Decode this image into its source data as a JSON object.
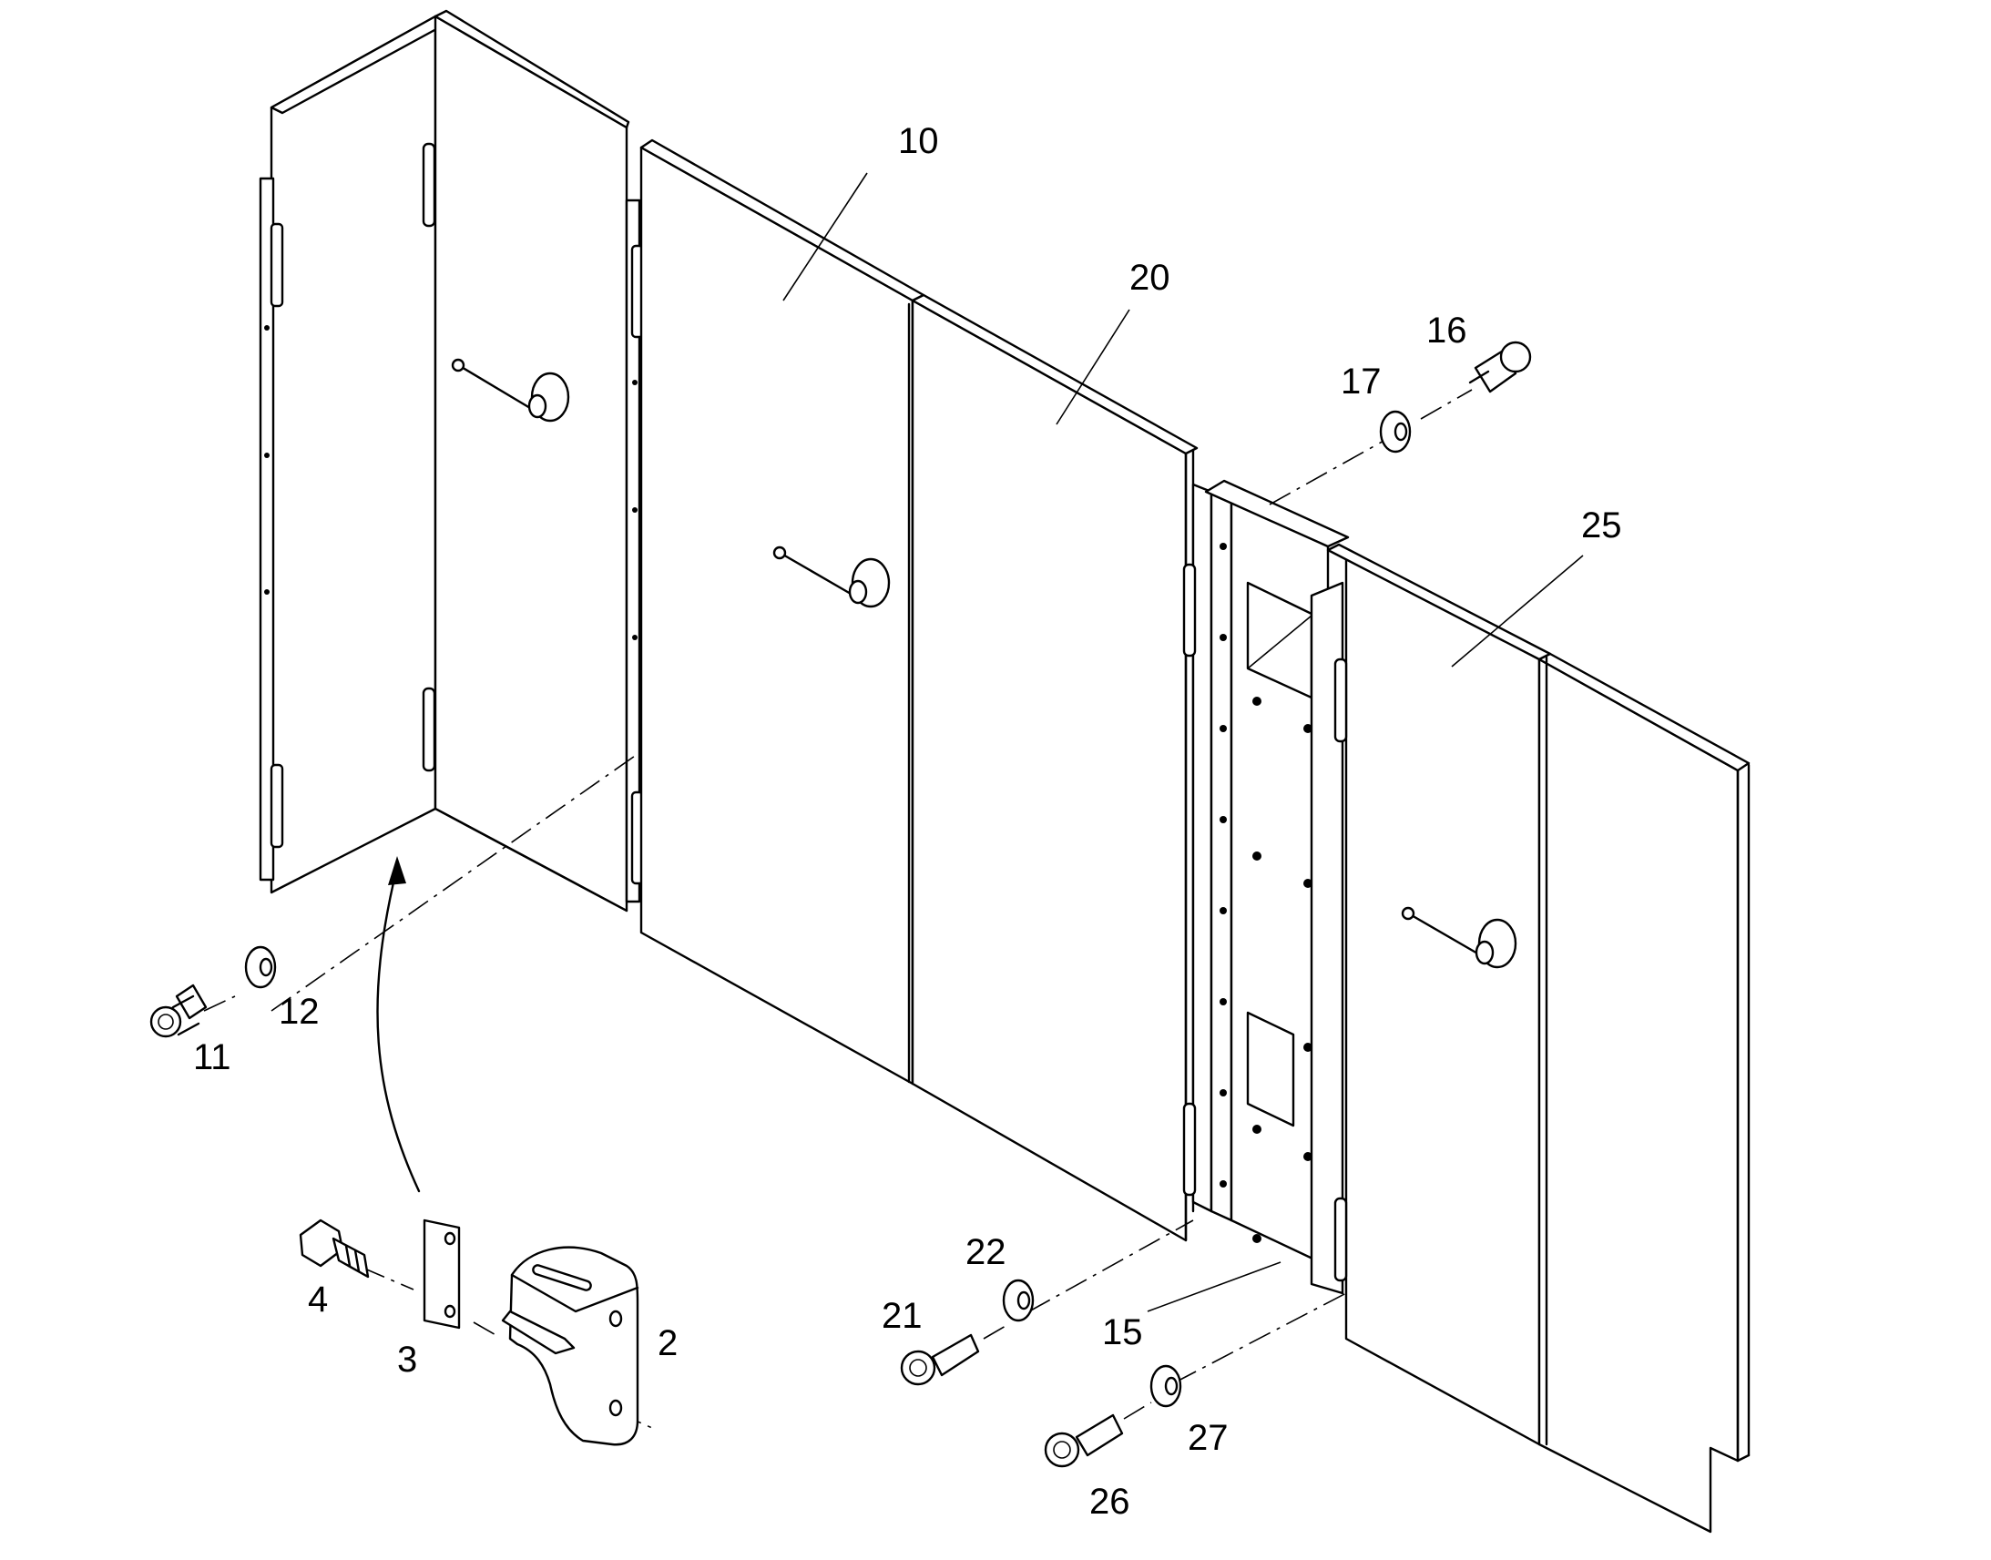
{
  "callouts": {
    "c10": "10",
    "c20": "20",
    "c16": "16",
    "c17": "17",
    "c25": "25",
    "c12": "12",
    "c11": "11",
    "c4": "4",
    "c3": "3",
    "c2": "2",
    "c22": "22",
    "c21": "21",
    "c15": "15",
    "c27": "27",
    "c26": "26"
  }
}
